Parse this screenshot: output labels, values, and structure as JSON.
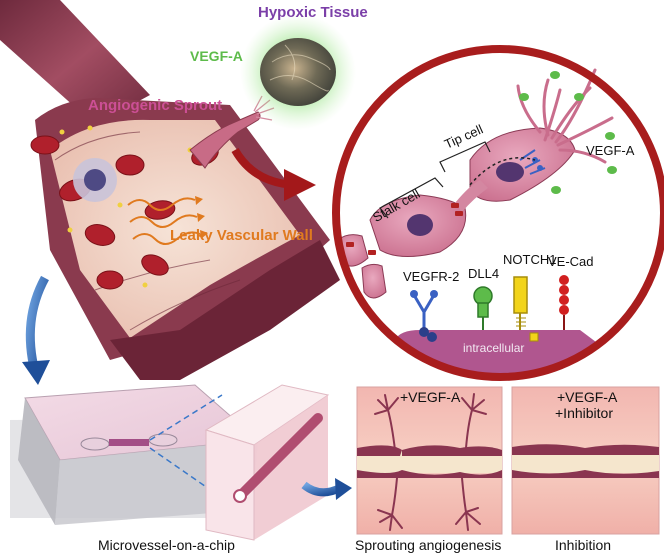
{
  "top": {
    "hypoxic_tissue": "Hypoxic Tissue",
    "vegf_a": "VEGF-A",
    "angiogenic_sprout": "Angiogenic Sprout",
    "leaky_wall": "Leaky Vascular Wall"
  },
  "inset": {
    "tip_cell": "Tip cell",
    "stalk_cell": "Stalk cell",
    "vegf_a": "VEGF-A",
    "receptors": [
      "VEGFR-2",
      "DLL4",
      "NOTCH1",
      "VE-Cad"
    ],
    "intracellular": "intracellular"
  },
  "panels": {
    "vegf_label": "+VEGF-A",
    "inhib_line1": "+VEGF-A",
    "inhib_line2": "+Inhibitor"
  },
  "captions": {
    "chip": "Microvessel-on-a-chip",
    "sprouting": "Sprouting angiogenesis",
    "inhibition": "Inhibition"
  },
  "colors": {
    "vessel": "#8a3a4e",
    "vessel_light": "#c97b8f",
    "rbc": "#b0202c",
    "vegf_green": "#5dbb4a",
    "hypoxic_purple": "#7b3fa8",
    "sprout_pink": "#cc4f95",
    "leaky_orange": "#e07a1f",
    "ring_red": "#a81d1d",
    "arrow_blue": "#2f6fc0"
  }
}
